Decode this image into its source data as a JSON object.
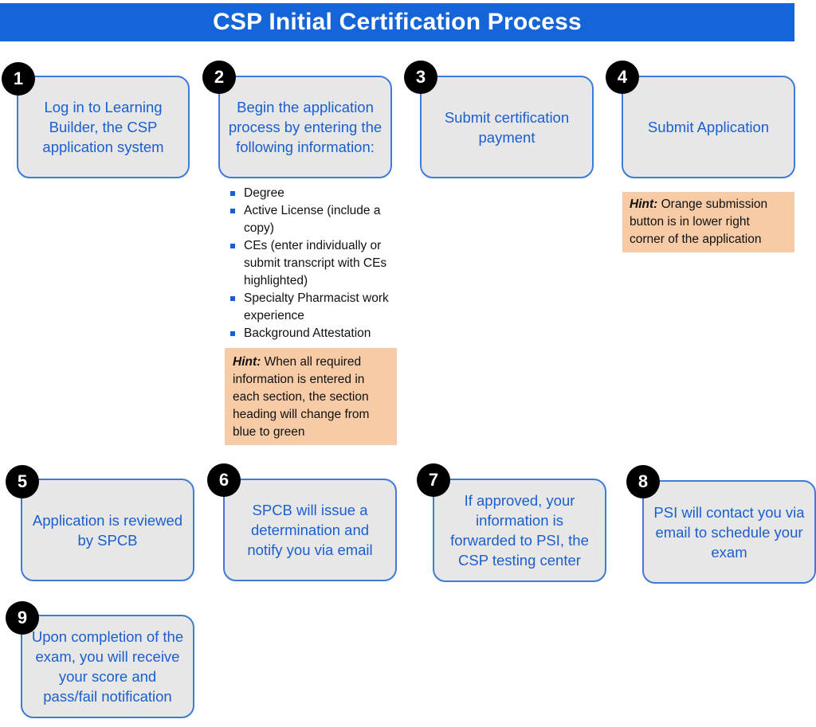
{
  "title": "CSP Initial Certification Process",
  "steps": [
    {
      "number": "1",
      "text": "Log in to Learning Builder, the CSP application system"
    },
    {
      "number": "2",
      "text": "Begin the application process by entering the following information:"
    },
    {
      "number": "3",
      "text": "Submit certification payment"
    },
    {
      "number": "4",
      "text": "Submit Application"
    },
    {
      "number": "5",
      "text": "Application is reviewed by SPCB"
    },
    {
      "number": "6",
      "text": "SPCB will issue a determination and notify you via email"
    },
    {
      "number": "7",
      "text": "If approved, your information is forwarded to PSI, the CSP testing center"
    },
    {
      "number": "8",
      "text": "PSI will contact you via email to schedule your exam"
    },
    {
      "number": "9",
      "text": "Upon completion of the exam, you will receive your score and pass/fail notification"
    }
  ],
  "required_info": [
    "Degree",
    "Active License (include a copy)",
    "CEs (enter individually or submit transcript with CEs highlighted)",
    "Specialty Pharmacist work experience",
    "Background Attestation"
  ],
  "hints": {
    "step2": {
      "label": "Hint:",
      "text": "When all required information is entered in each section, the section heading will change from blue to green"
    },
    "step4": {
      "label": "Hint:",
      "text": "Orange submission button is in lower right corner of the application"
    }
  },
  "colors": {
    "title_bar": "#1565d8",
    "box_fill": "#e7e7e7",
    "box_border": "#3d7bd8",
    "box_text": "#1a5fd0",
    "hint_fill": "#f7cba6",
    "number_badge": "#000000"
  }
}
